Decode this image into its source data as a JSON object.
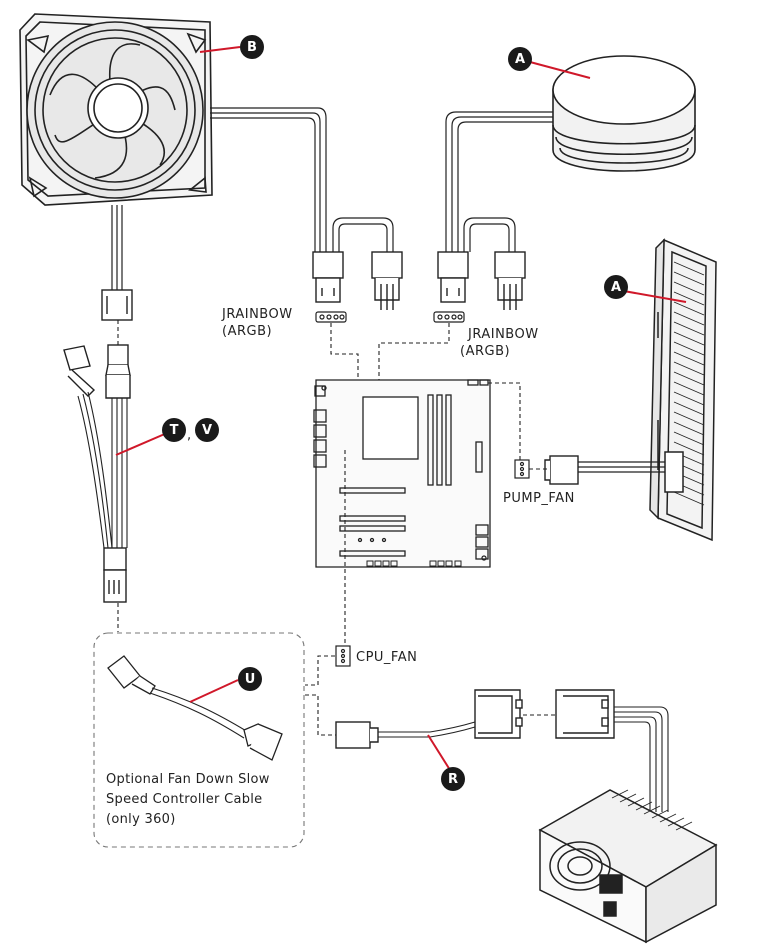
{
  "labels": {
    "jrainbow_left": "JRAINBOW",
    "argb_left": "(ARGB)",
    "jrainbow_right": "JRAINBOW",
    "argb_right": "(ARGB)",
    "pump_fan": "PUMP_FAN",
    "cpu_fan": "CPU_FAN"
  },
  "callouts": {
    "fan": "B",
    "pump": "A",
    "radiator": "A",
    "splitter_t": "T",
    "splitter_v": "V",
    "splitter_sep": ",",
    "slow_cable": "U",
    "psu_adapter": "R"
  },
  "note": {
    "line1": "Optional Fan Down Slow",
    "line2": "Speed Controller Cable",
    "line3": "(only 360)"
  },
  "colors": {
    "callout_line": "#d0182a",
    "badge": "#1a1a1a",
    "line_art": "#222222"
  }
}
